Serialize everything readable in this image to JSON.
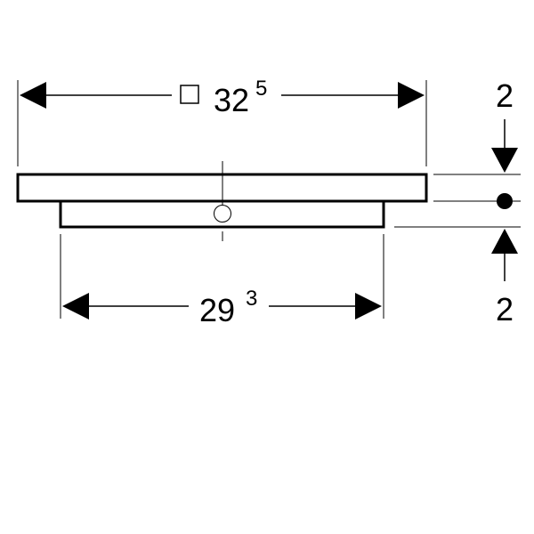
{
  "drawing": {
    "line_color": "#000000",
    "background_color": "#ffffff",
    "top_dimension": {
      "prefix_symbol": "square-icon",
      "value": "32",
      "superscript": "5"
    },
    "bottom_dimension": {
      "value": "29",
      "superscript": "3"
    },
    "right_dimension_top": {
      "value": "2"
    },
    "right_dimension_bottom": {
      "value": "2"
    }
  }
}
